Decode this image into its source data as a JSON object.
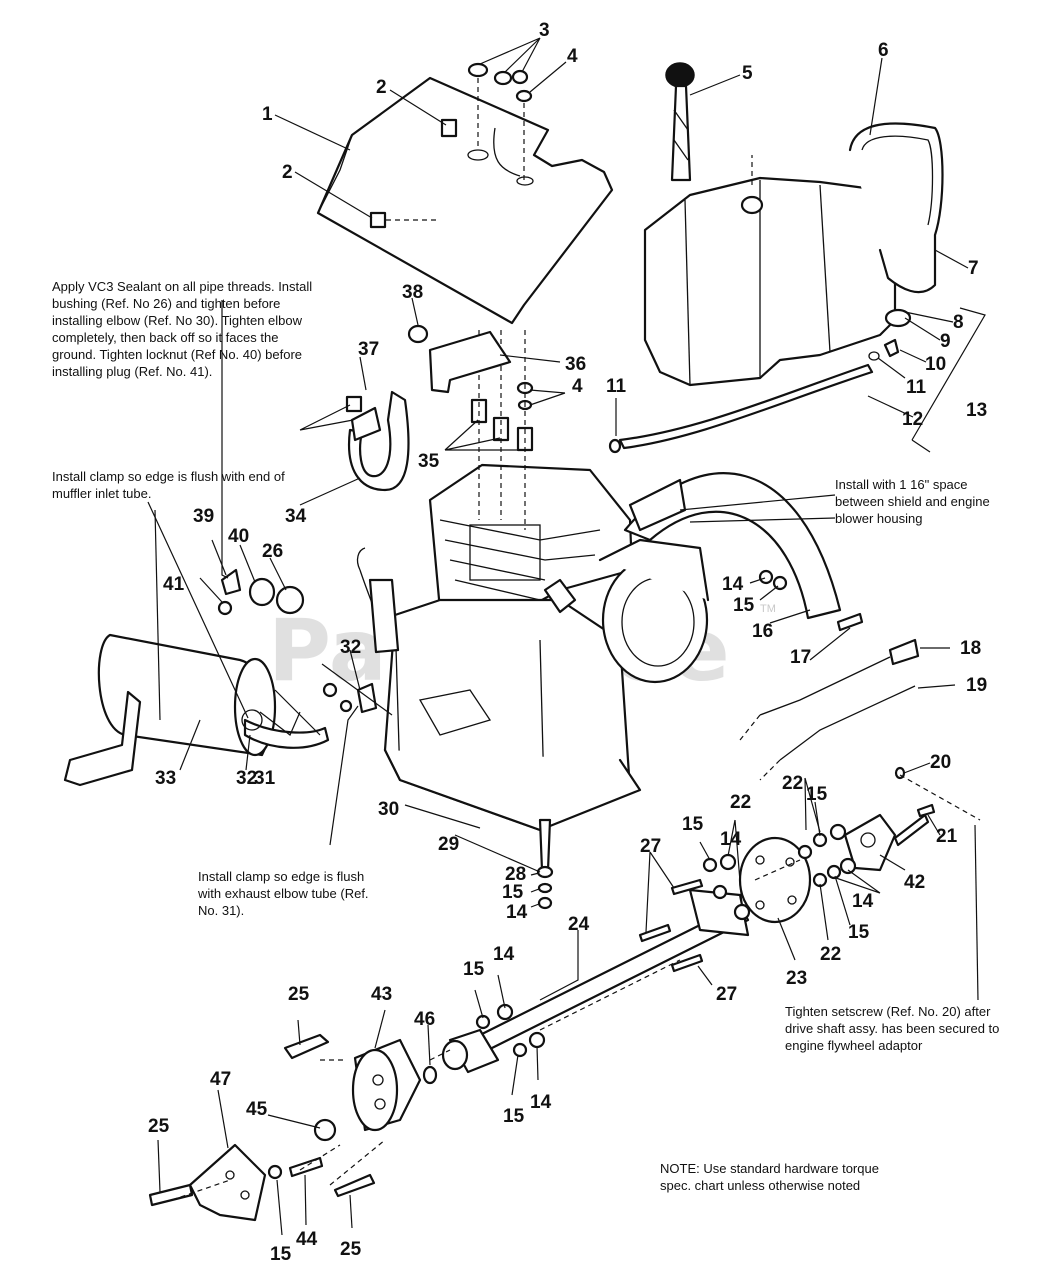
{
  "watermark": {
    "text": "PartsTree",
    "trademark": "TM"
  },
  "notes": {
    "sealant": "Apply VC3 Sealant on all pipe threads. Install bushing (Ref. No 26) and tighten before installing elbow (Ref. No 30). Tighten elbow completely, then back off so it faces the ground. Tighten locknut (Ref No. 40) before installing plug (Ref. No. 41).",
    "clamp_muffler": "Install clamp so edge is flush with end of muffler inlet tube.",
    "shield_space": "Install with 1 16\" space between shield and engine blower housing",
    "clamp_exhaust": "Install clamp so edge is flush with exhaust elbow tube (Ref. No. 31).",
    "setscrew": "Tighten setscrew (Ref. No. 20) after drive shaft assy. has been secured to engine flywheel adaptor",
    "hardware": "NOTE: Use standard hardware torque spec. chart unless otherwise noted"
  },
  "callouts": [
    {
      "id": "c1",
      "label": "1"
    },
    {
      "id": "c2a",
      "label": "2"
    },
    {
      "id": "c2b",
      "label": "2"
    },
    {
      "id": "c3",
      "label": "3"
    },
    {
      "id": "c4a",
      "label": "4"
    },
    {
      "id": "c4b",
      "label": "4"
    },
    {
      "id": "c5",
      "label": "5"
    },
    {
      "id": "c6",
      "label": "6"
    },
    {
      "id": "c7",
      "label": "7"
    },
    {
      "id": "c8",
      "label": "8"
    },
    {
      "id": "c9",
      "label": "9"
    },
    {
      "id": "c10",
      "label": "10"
    },
    {
      "id": "c11a",
      "label": "11"
    },
    {
      "id": "c11b",
      "label": "11"
    },
    {
      "id": "c12",
      "label": "12"
    },
    {
      "id": "c13",
      "label": "13"
    },
    {
      "id": "c14a",
      "label": "14"
    },
    {
      "id": "c14b",
      "label": "14"
    },
    {
      "id": "c14c",
      "label": "14"
    },
    {
      "id": "c14d",
      "label": "14"
    },
    {
      "id": "c14e",
      "label": "14"
    },
    {
      "id": "c14f",
      "label": "14"
    },
    {
      "id": "c15a",
      "label": "15"
    },
    {
      "id": "c15b",
      "label": "15"
    },
    {
      "id": "c15c",
      "label": "15"
    },
    {
      "id": "c15d",
      "label": "15"
    },
    {
      "id": "c15e",
      "label": "15"
    },
    {
      "id": "c15f",
      "label": "15"
    },
    {
      "id": "c15g",
      "label": "15"
    },
    {
      "id": "c15h",
      "label": "15"
    },
    {
      "id": "c16",
      "label": "16"
    },
    {
      "id": "c17",
      "label": "17"
    },
    {
      "id": "c18",
      "label": "18"
    },
    {
      "id": "c19",
      "label": "19"
    },
    {
      "id": "c20",
      "label": "20"
    },
    {
      "id": "c21",
      "label": "21"
    },
    {
      "id": "c22a",
      "label": "22"
    },
    {
      "id": "c22b",
      "label": "22"
    },
    {
      "id": "c22c",
      "label": "22"
    },
    {
      "id": "c23",
      "label": "23"
    },
    {
      "id": "c24",
      "label": "24"
    },
    {
      "id": "c25a",
      "label": "25"
    },
    {
      "id": "c25b",
      "label": "25"
    },
    {
      "id": "c25c",
      "label": "25"
    },
    {
      "id": "c26",
      "label": "26"
    },
    {
      "id": "c27a",
      "label": "27"
    },
    {
      "id": "c27b",
      "label": "27"
    },
    {
      "id": "c28",
      "label": "28"
    },
    {
      "id": "c29",
      "label": "29"
    },
    {
      "id": "c30",
      "label": "30"
    },
    {
      "id": "c31",
      "label": "31"
    },
    {
      "id": "c32a",
      "label": "32"
    },
    {
      "id": "c32b",
      "label": "32"
    },
    {
      "id": "c33",
      "label": "33"
    },
    {
      "id": "c34",
      "label": "34"
    },
    {
      "id": "c35",
      "label": "35"
    },
    {
      "id": "c36",
      "label": "36"
    },
    {
      "id": "c37",
      "label": "37"
    },
    {
      "id": "c38",
      "label": "38"
    },
    {
      "id": "c39",
      "label": "39"
    },
    {
      "id": "c40",
      "label": "40"
    },
    {
      "id": "c41",
      "label": "41"
    },
    {
      "id": "c42",
      "label": "42"
    },
    {
      "id": "c43",
      "label": "43"
    },
    {
      "id": "c44",
      "label": "44"
    },
    {
      "id": "c45",
      "label": "45"
    },
    {
      "id": "c46",
      "label": "46"
    },
    {
      "id": "c47",
      "label": "47"
    }
  ]
}
